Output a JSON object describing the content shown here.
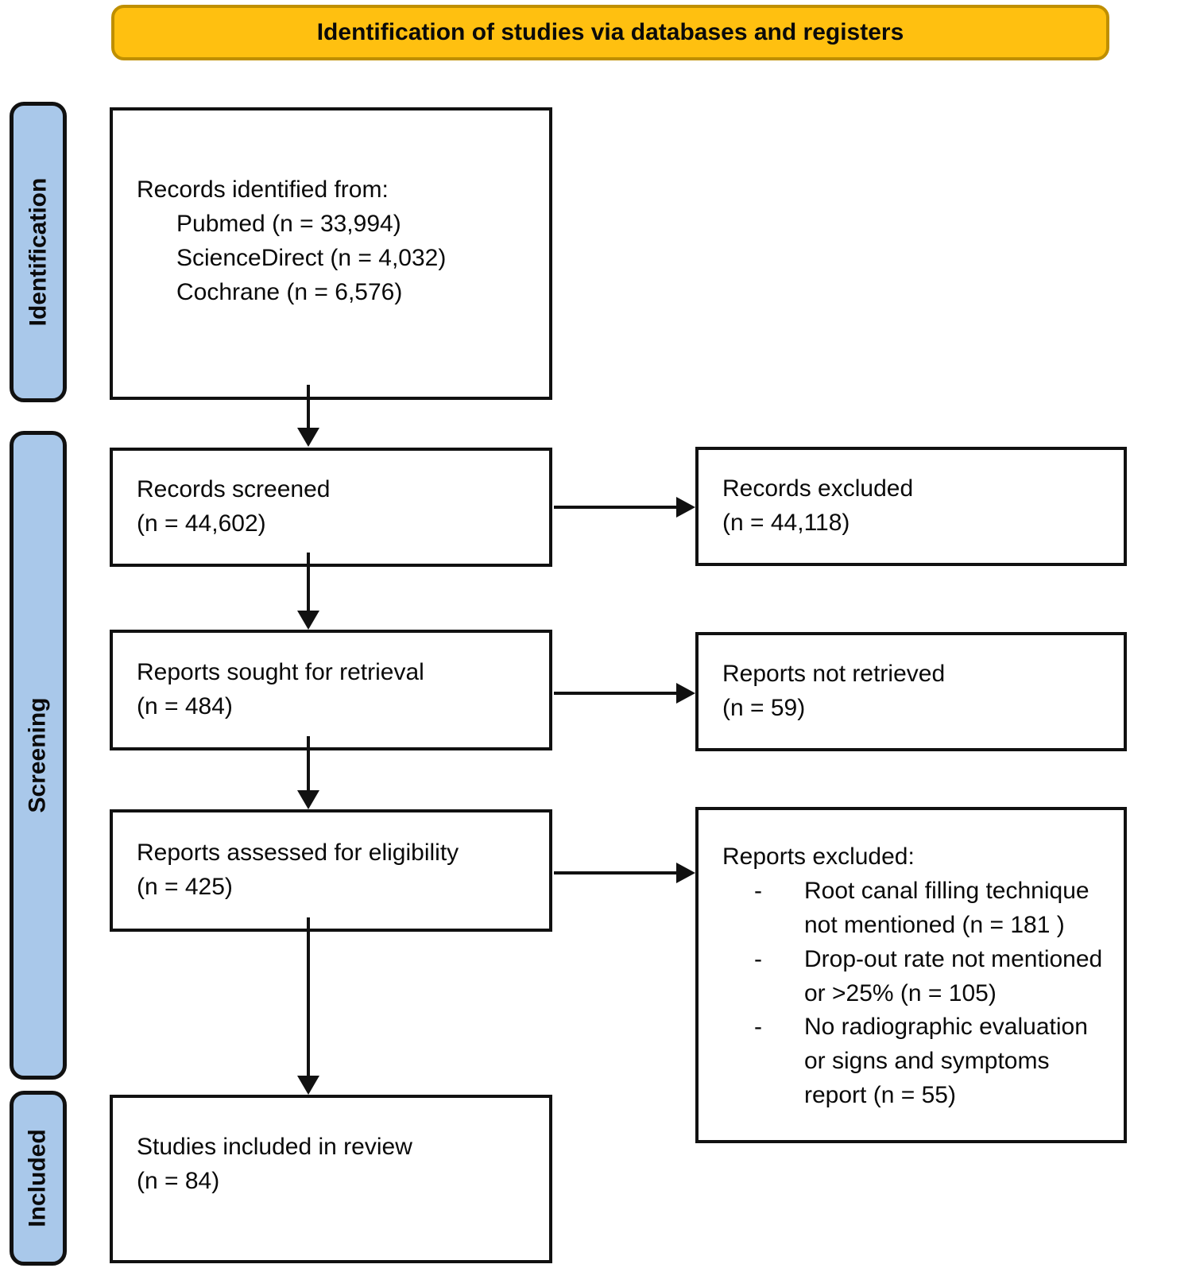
{
  "colors": {
    "banner-bg": "#FFC010",
    "banner-border": "#BF8F00",
    "stage-bg": "#A9C8EA",
    "line": "#111111"
  },
  "banner": {
    "title": "Identification of studies via databases and registers"
  },
  "stages": {
    "identification": "Identification",
    "screening": "Screening",
    "included": "Included"
  },
  "boxes": {
    "identified": {
      "title": "Records identified from:",
      "sources": [
        "Pubmed (n = 33,994)",
        "ScienceDirect (n = 4,032)",
        "Cochrane (n = 6,576)"
      ]
    },
    "screened": {
      "text": "Records screened\n(n = 44,602)"
    },
    "records_excluded": {
      "text": "Records excluded\n(n = 44,118)"
    },
    "sought": {
      "text": "Reports sought for retrieval\n(n = 484)"
    },
    "not_retrieved": {
      "text": "Reports not retrieved\n(n = 59)"
    },
    "assessed": {
      "text": "Reports assessed for eligibility\n(n = 425)"
    },
    "reports_excluded": {
      "title": "Reports excluded:",
      "bullet": "-",
      "items": [
        "Root canal filling technique\nnot mentioned (n = 181 )",
        "Drop-out rate not mentioned\nor >25% (n = 105)",
        "No radiographic evaluation\nor signs and symptoms\nreport (n = 55)"
      ]
    },
    "included_box": {
      "text": "Studies included in review\n(n = 84)"
    }
  }
}
